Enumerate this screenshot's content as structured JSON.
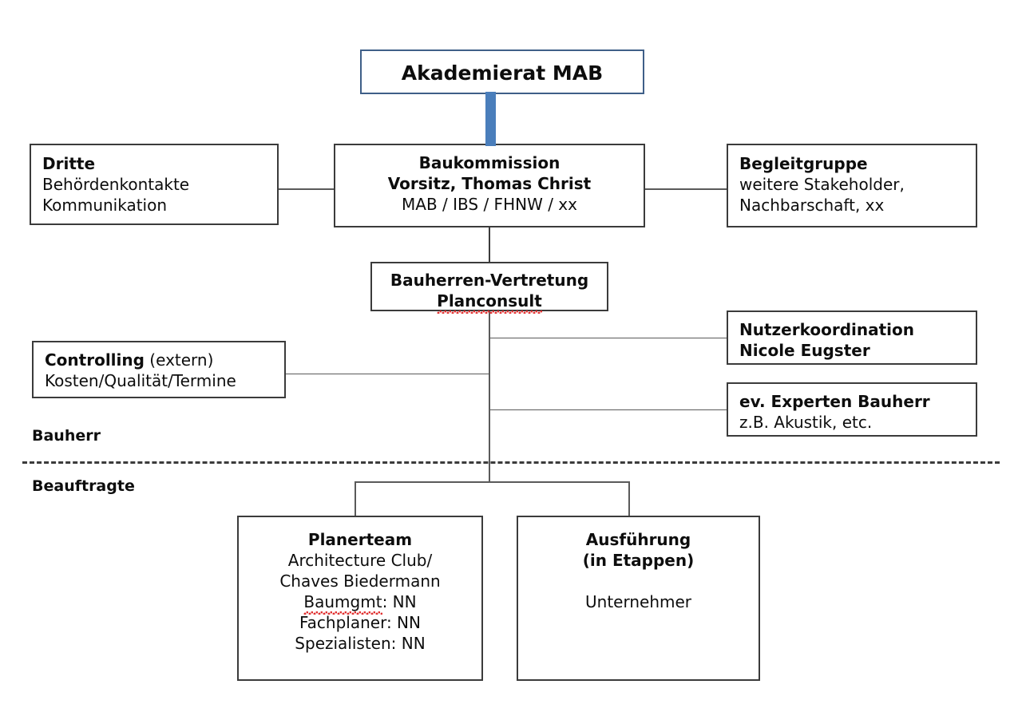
{
  "diagram": {
    "title_box": {
      "label": "Akademierat MAB"
    },
    "nodes": {
      "dritte": {
        "line1": "Dritte",
        "line2": "Behördenkontakte",
        "line3": "Kommunikation"
      },
      "baukommission": {
        "line1": "Baukommission",
        "line2": "Vorsitz, Thomas Christ",
        "line3": "MAB / IBS / FHNW / xx"
      },
      "begleitgruppe": {
        "line1": "Begleitgruppe",
        "line2": "weitere Stakeholder,",
        "line3": "Nachbarschaft, xx"
      },
      "bauherren_vertretung": {
        "line1": "Bauherren-Vertretung",
        "line2": "Planconsult"
      },
      "nutzerkoordination": {
        "line1": "Nutzerkoordination",
        "line2": "Nicole Eugster"
      },
      "controlling": {
        "line1_bold": "Controlling",
        "line1_rest": " (extern)",
        "line2": "Kosten/Qualität/Termine"
      },
      "experten": {
        "line1": "ev. Experten Bauherr",
        "line2": "z.B. Akustik, etc."
      },
      "planerteam": {
        "line1": "Planerteam",
        "line2": "Architecture Club/",
        "line3": "Chaves Biedermann",
        "line4_spell": "Baumgmt",
        "line4_rest": ": NN",
        "line5": "Fachplaner: NN",
        "line6": "Spezialisten: NN"
      },
      "ausfuehrung": {
        "line1": "Ausführung",
        "line2": "(in Etappen)",
        "line3": "Unternehmer"
      }
    },
    "section_labels": {
      "upper": "Bauherr",
      "lower": "Beauftragte"
    },
    "colors": {
      "accent_blue": "#4a7ebb",
      "title_border": "#3f5f88",
      "box_border": "#3b3b3b",
      "connector": "#5a5a5a",
      "spellcheck_red": "#e03030"
    }
  }
}
